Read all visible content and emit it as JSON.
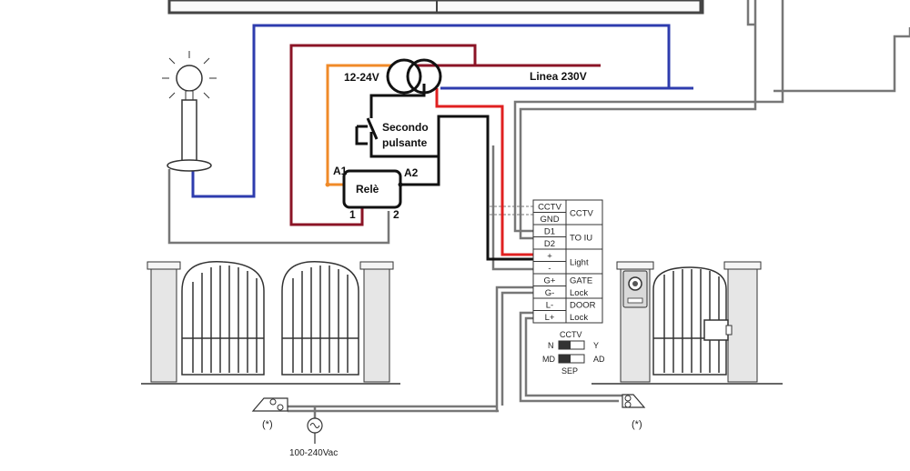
{
  "labels": {
    "supply_voltage": "12-24V",
    "mains_line": "Linea 230V",
    "second_button_line1": "Secondo",
    "second_button_line2": "pulsante",
    "relay": "Relè",
    "relay_a1": "A1",
    "relay_a2": "A2",
    "relay_pin1": "1",
    "relay_pin2": "2",
    "ac_supply": "100-240Vac",
    "asterisk_left": "(*)",
    "asterisk_right": "(*)"
  },
  "terminal_block": {
    "rows": [
      {
        "pin": "CCTV",
        "group": "CCTV"
      },
      {
        "pin": "GND",
        "group": ""
      },
      {
        "pin": "D1",
        "group": "TO IU"
      },
      {
        "pin": "D2",
        "group": ""
      },
      {
        "pin": "+",
        "group": "Light"
      },
      {
        "pin": "-",
        "group": ""
      },
      {
        "pin": "G+",
        "group": "GATE"
      },
      {
        "pin": "G-",
        "group": "Lock"
      },
      {
        "pin": "L-",
        "group": "DOOR"
      },
      {
        "pin": "L+",
        "group": "Lock"
      }
    ]
  },
  "dip_switch": {
    "title": "CCTV",
    "left_top": "N",
    "left_bottom": "MD",
    "right_top": "Y",
    "right_bottom": "AD",
    "bottom": "SEP"
  },
  "colors": {
    "blue_wire": "#2e3cae",
    "dark_red_wire": "#8b1426",
    "red_wire": "#e02020",
    "orange_wire": "#f08a28",
    "black_wire": "#111111",
    "gray_wire": "#777777"
  }
}
